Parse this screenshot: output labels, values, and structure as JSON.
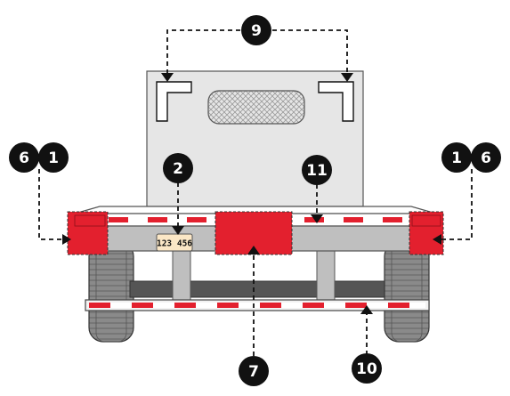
{
  "callouts": {
    "c1_left": "1",
    "c6_left": "6",
    "c2": "2",
    "c9": "9",
    "c11": "11",
    "c1_right": "1",
    "c6_right": "6",
    "c7": "7",
    "c10": "10"
  },
  "license_plate": "123 456",
  "colors": {
    "reflector_red": "#e3202e",
    "reflective_white": "#ffffff",
    "headache_rack": "#e6e6e6",
    "frame_gray": "#bfbfbf",
    "badge_black": "#111111"
  }
}
